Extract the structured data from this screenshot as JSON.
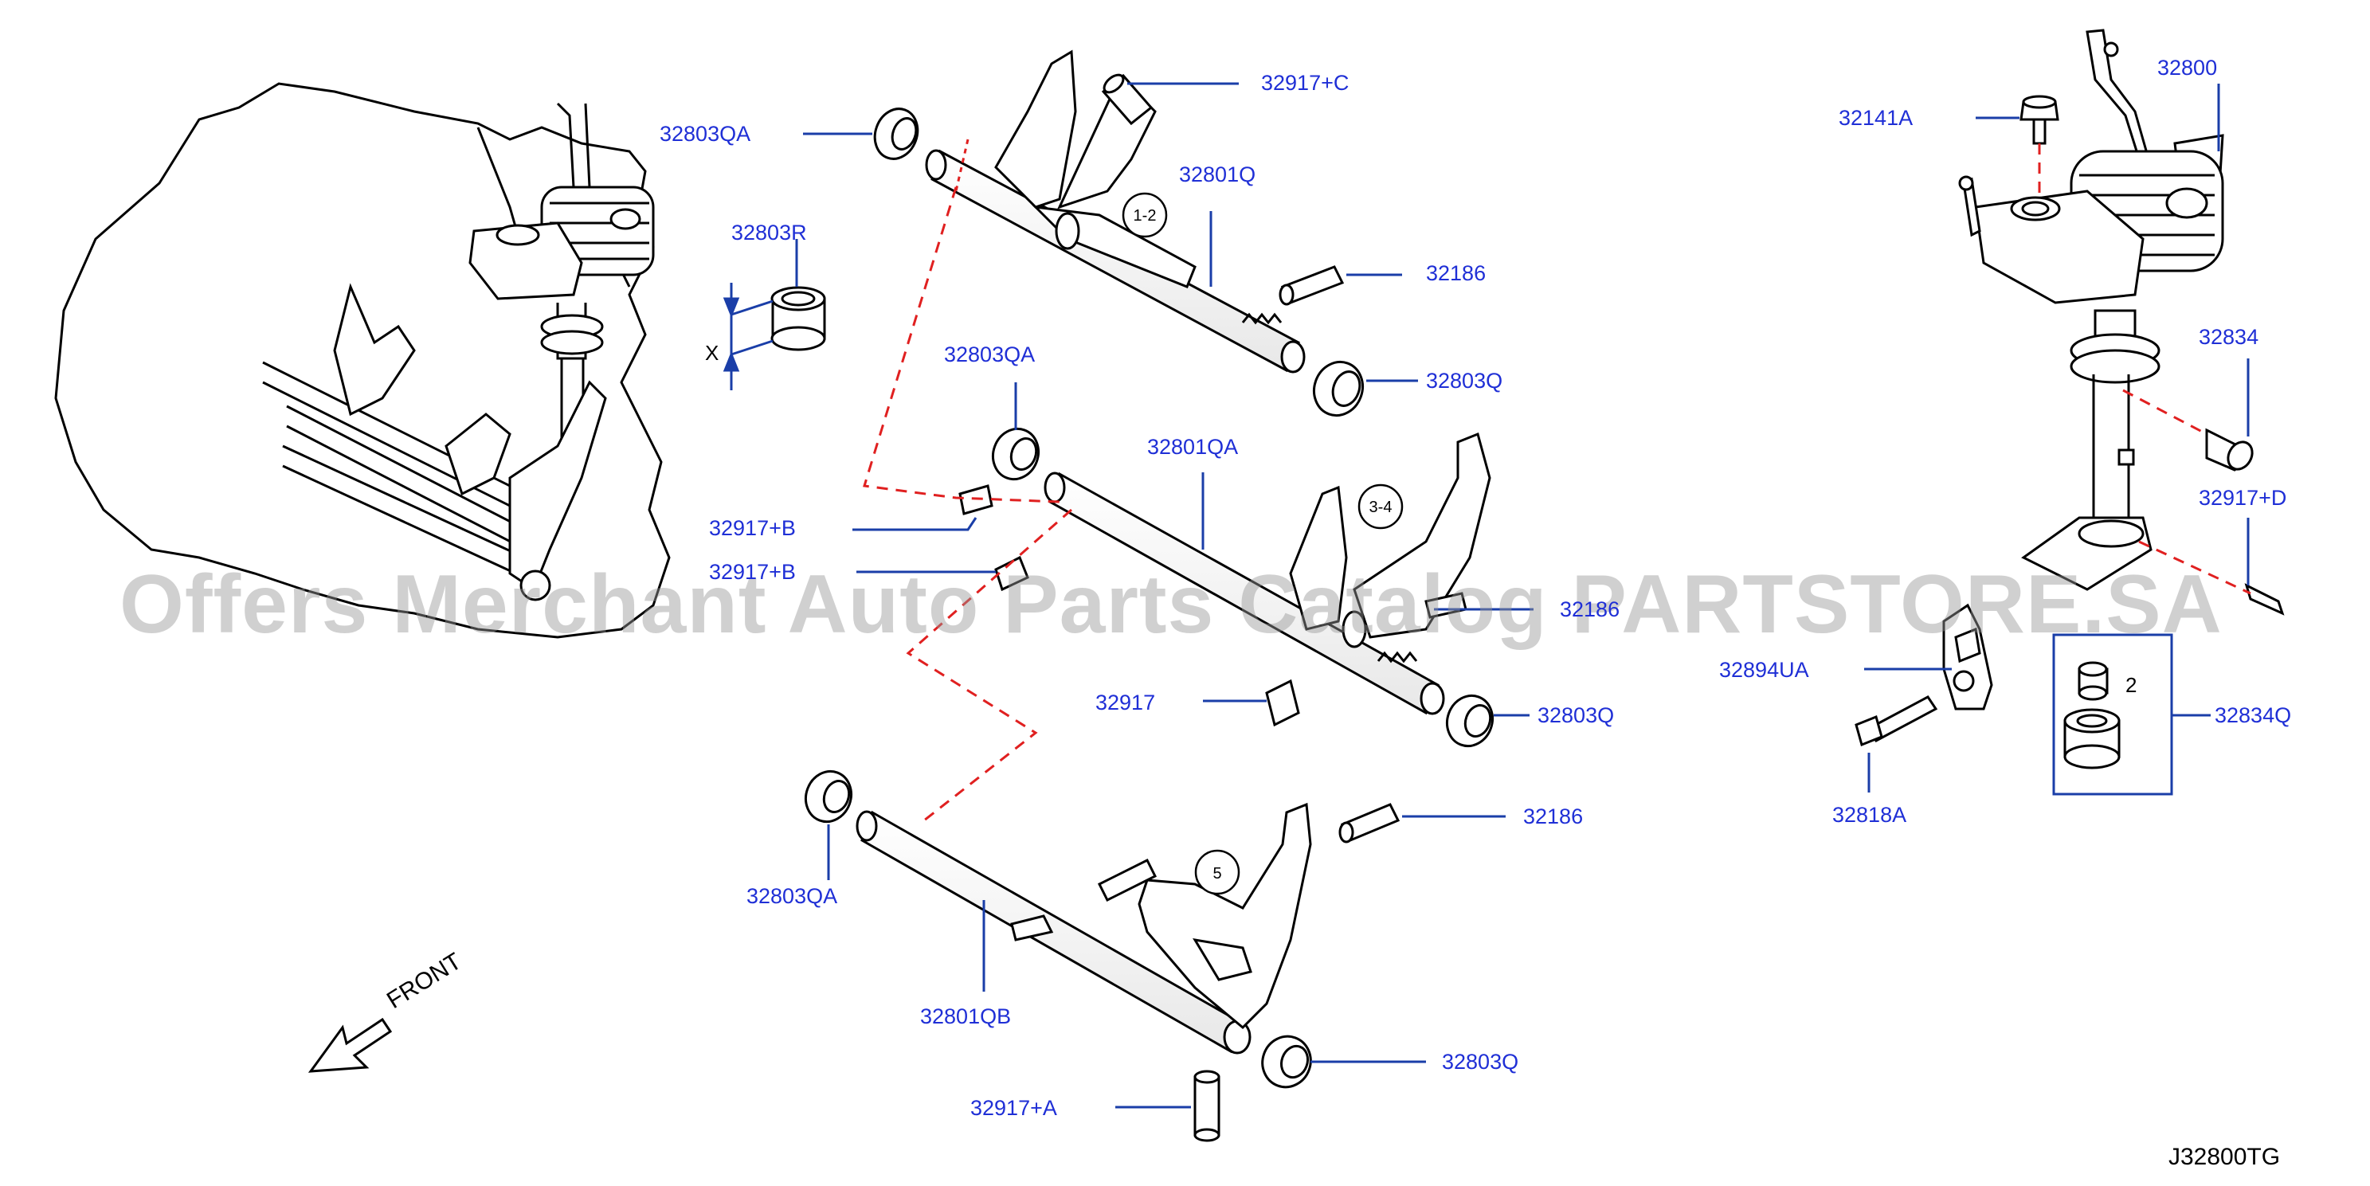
{
  "diagram": {
    "watermark": "Offers Merchant Auto Parts Catalog PARTSTORE.SA",
    "code": "J32800TG",
    "front_label": "FRONT",
    "callouts": {
      "c32803QA_top": "32803QA",
      "c32917C": "32917+C",
      "c32801Q": "32801Q",
      "c32803R": "32803R",
      "c32186_top": "32186",
      "c32803QA_mid": "32803QA",
      "c32803Q_top": "32803Q",
      "c32801QA": "32801QA",
      "c32917B_1": "32917+B",
      "c32917B_2": "32917+B",
      "c32186_mid": "32186",
      "c32917": "32917",
      "c32803Q_mid": "32803Q",
      "c32803QA_bot": "32803QA",
      "c32186_bot": "32186",
      "c32801QB": "32801QB",
      "c32803Q_bot": "32803Q",
      "c32917A": "32917+A",
      "c32800": "32800",
      "c32141A": "32141A",
      "c32834": "32834",
      "c32917D": "32917+D",
      "c32894UA": "32894UA",
      "c32834Q": "32834Q",
      "c32818A": "32818A"
    },
    "badges": {
      "b12": "1-2",
      "b34": "3-4",
      "b5": "5"
    },
    "dimension_x": "X",
    "qty_mark": "2",
    "colors": {
      "callout_text": "#1f2fd6",
      "leader": "#1a3ea8",
      "dashed_guide": "#e02020",
      "outline": "#000000"
    }
  }
}
